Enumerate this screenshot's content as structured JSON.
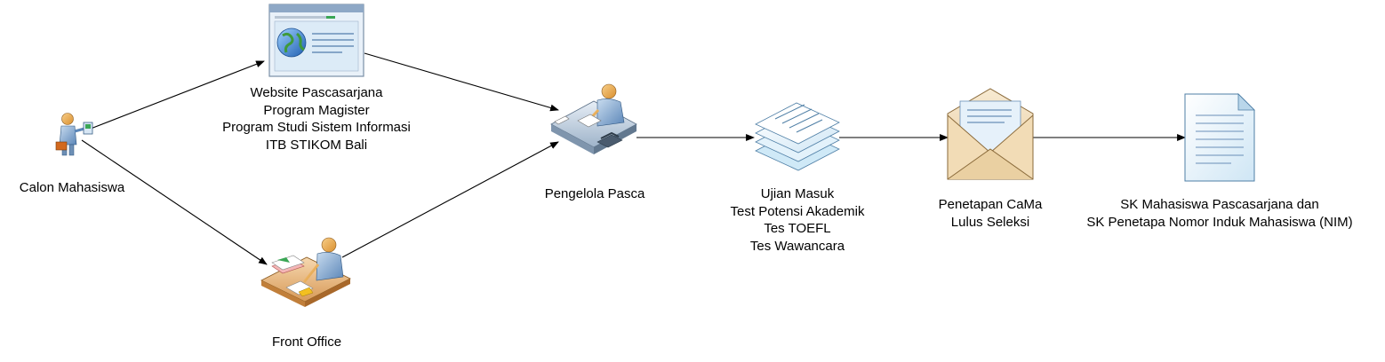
{
  "nodes": {
    "calon_mahasiswa": {
      "label": "Calon Mahasiswa"
    },
    "website": {
      "lines": [
        "Website Pascasarjana",
        "Program Magister",
        "Program Studi Sistem Informasi",
        "ITB STIKOM Bali"
      ]
    },
    "front_office": {
      "label": "Front Office"
    },
    "pengelola": {
      "label": "Pengelola Pasca"
    },
    "ujian": {
      "lines": [
        "Ujian Masuk",
        "Test Potensi Akademik",
        "Tes TOEFL",
        "Tes Wawancara"
      ]
    },
    "penetapan": {
      "lines": [
        "Penetapan CaMa",
        "Lulus Seleksi"
      ]
    },
    "sk": {
      "lines": [
        "SK Mahasiswa Pascasarjana dan",
        "SK Penetapa Nomor Induk Mahasiswa (NIM)"
      ]
    }
  },
  "colors": {
    "skin": "#f2b25a",
    "shirt": "#4f81bd",
    "line": "#000000",
    "paper_blue": "#d9ecf7",
    "envelope": "#f4e3c4"
  }
}
